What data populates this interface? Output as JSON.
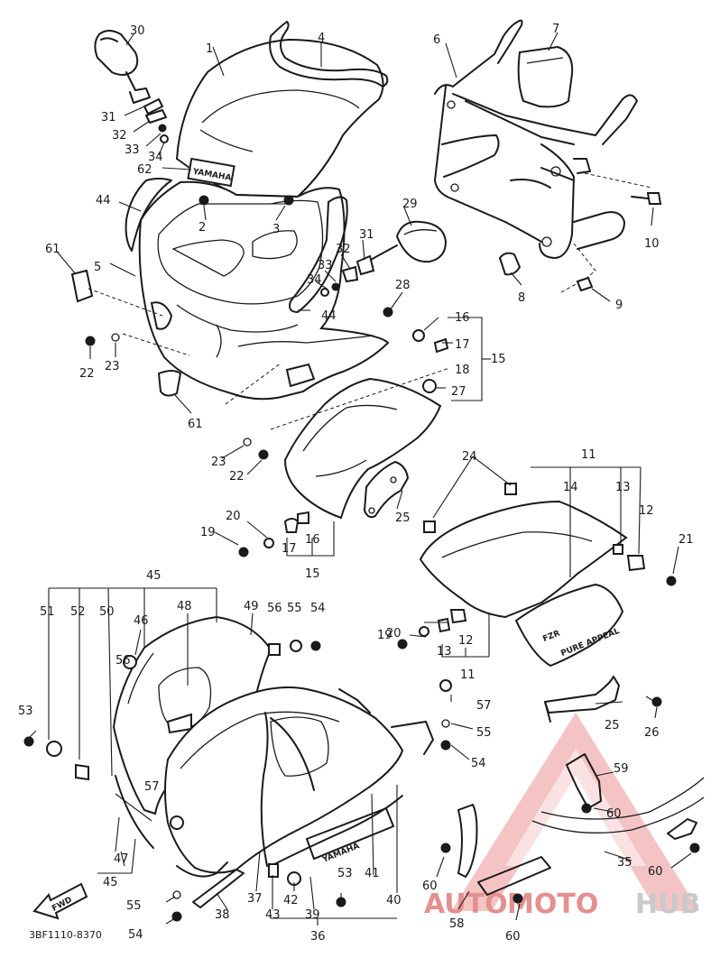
{
  "diagram_code": "3BF1110-8370",
  "fwd_label": "FWD",
  "yamaha_label": "YAMAHA",
  "fzr_label": "FZR",
  "windshield_badge": "YAMAHA",
  "script_label": "PURE APPEAL",
  "watermark": {
    "part1": "AUTO",
    "part2": "MOTO",
    "part3": "HUB",
    "color": "#e49090"
  },
  "callouts": [
    "1",
    "2",
    "3",
    "4",
    "5",
    "6",
    "7",
    "8",
    "9",
    "10",
    "11",
    "12",
    "13",
    "14",
    "15",
    "16",
    "17",
    "18",
    "19",
    "20",
    "21",
    "22",
    "23",
    "24",
    "25",
    "26",
    "27",
    "28",
    "29",
    "30",
    "31",
    "32",
    "33",
    "34",
    "35",
    "36",
    "37",
    "38",
    "39",
    "40",
    "41",
    "42",
    "43",
    "44",
    "45",
    "46",
    "47",
    "48",
    "49",
    "50",
    "51",
    "52",
    "53",
    "54",
    "55",
    "56",
    "57",
    "58",
    "59",
    "60",
    "61",
    "62"
  ]
}
